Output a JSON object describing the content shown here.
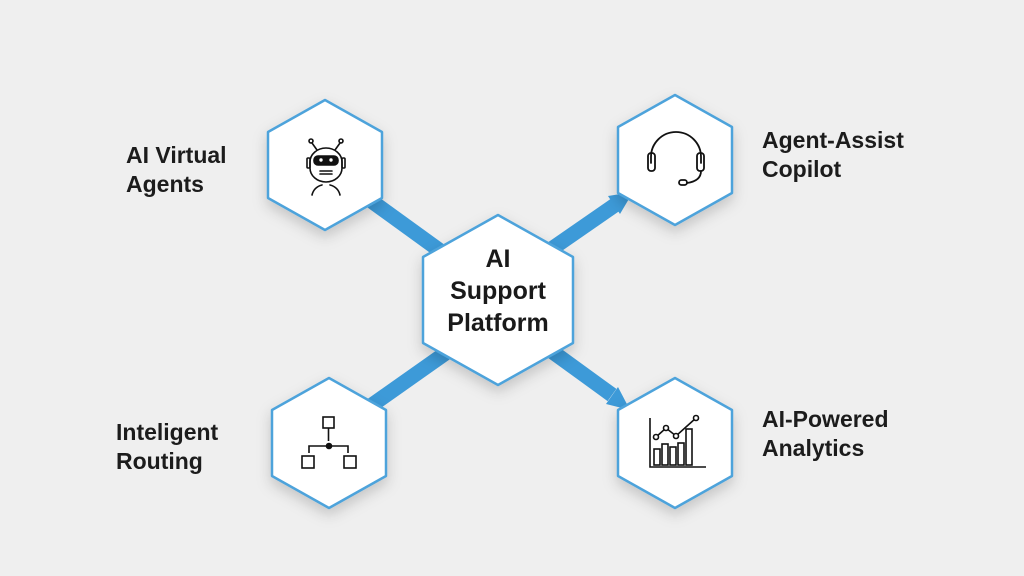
{
  "center": {
    "line1": "AI",
    "line2": "Support",
    "line3": "Platform"
  },
  "nodes": {
    "virtual_agents": {
      "line1": "AI Virtual",
      "line2": "Agents",
      "icon": "robot-icon"
    },
    "agent_assist": {
      "line1": "Agent-Assist",
      "line2": "Copilot",
      "icon": "headset-icon"
    },
    "routing": {
      "line1": "Inteligent",
      "line2": "Routing",
      "icon": "routing-network-icon"
    },
    "analytics": {
      "line1": "AI-Powered",
      "line2": "Analytics",
      "icon": "bar-line-chart-icon"
    }
  },
  "colors": {
    "accent": "#3d9ad8",
    "background": "#efefef",
    "text": "#1c1c1c"
  }
}
